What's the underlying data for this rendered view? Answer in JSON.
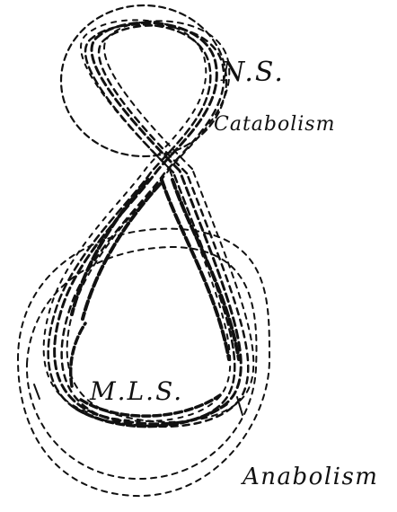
{
  "labels": {
    "ns": "N.S.",
    "catabolism": "Catabolism",
    "mls": "M.L.S.",
    "anabolism": "Anabolism"
  },
  "style": {
    "ink": "#111111",
    "background": "#ffffff"
  }
}
